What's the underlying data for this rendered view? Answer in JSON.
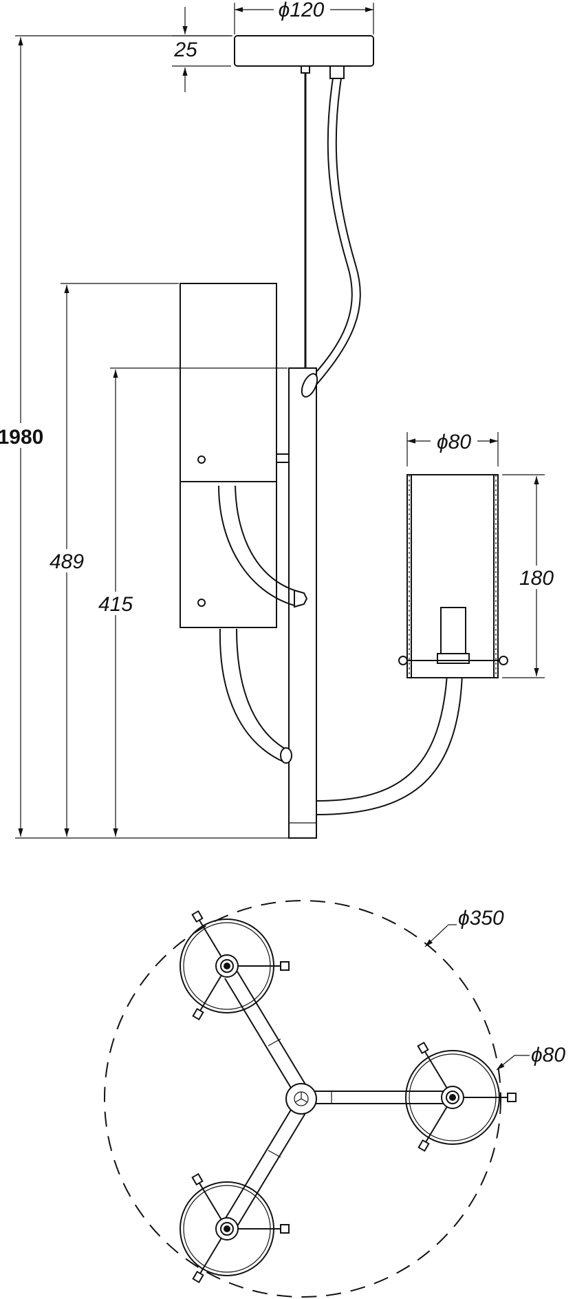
{
  "diagram": {
    "dimensions": {
      "canopy_diameter": "ϕ120",
      "canopy_height": "25",
      "total_height": "1980",
      "arm_height_high": "489",
      "arm_height_low": "415",
      "shade_diameter_side": "ϕ80",
      "shade_height": "180",
      "overall_diameter": "ϕ350",
      "shade_diameter_top": "ϕ80"
    }
  }
}
